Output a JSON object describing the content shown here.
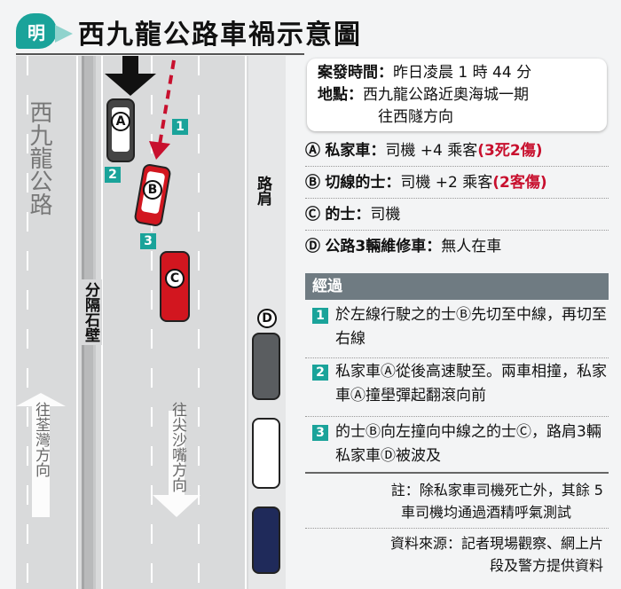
{
  "header": {
    "logo": "明",
    "title": "西九龍公路車禍示意圖"
  },
  "road": {
    "road_name": "西九龍公路",
    "barrier": "分隔石壁",
    "shoulder": "路肩",
    "dir_left": "往荃灣方向",
    "dir_right": "往尖沙嘴方向"
  },
  "diagram": {
    "cars": [
      "A",
      "B",
      "C",
      "D"
    ],
    "steps": [
      "1",
      "2",
      "3"
    ]
  },
  "info": {
    "time_label": "案發時間：",
    "time": "昨日凌晨 1 時 44 分",
    "place_label": "地點：",
    "place_1": "西九龍公路近奧海城一期",
    "place_2": "往西隧方向"
  },
  "vehicles": [
    {
      "mark": "Ⓐ",
      "name": "私家車：",
      "desc": "司機 +4 乘客",
      "note": "(3死2傷)"
    },
    {
      "mark": "Ⓑ",
      "name": "切線的士：",
      "desc": "司機 +2 乘客",
      "note": "(2客傷)"
    },
    {
      "mark": "Ⓒ",
      "name": "的士：",
      "desc": "司機",
      "note": ""
    },
    {
      "mark": "Ⓓ",
      "name": "公路3輛維修車：",
      "desc": "無人在車",
      "note": ""
    }
  ],
  "process": {
    "title": "經過",
    "steps": [
      {
        "n": "1",
        "text": "於左線行駛之的士Ⓑ先切至中線，再切至右線"
      },
      {
        "n": "2",
        "text": "私家車Ⓐ從後高速駛至。兩車相撞，私家車Ⓐ撞壆彈起翻滾向前"
      },
      {
        "n": "3",
        "text": "的士Ⓑ向左撞向中線之的士Ⓒ，路肩3輛私家車Ⓓ被波及"
      }
    ]
  },
  "note": {
    "line1": "註：除私家車司機死亡外，其餘 5",
    "line2": "車司機均通過酒精呼氣測試"
  },
  "source": {
    "line1": "資料來源：記者現場觀察、網上片",
    "line2": "段及警方提供資料"
  },
  "colors": {
    "teal": "#1aa39a",
    "red": "#c8102e"
  }
}
